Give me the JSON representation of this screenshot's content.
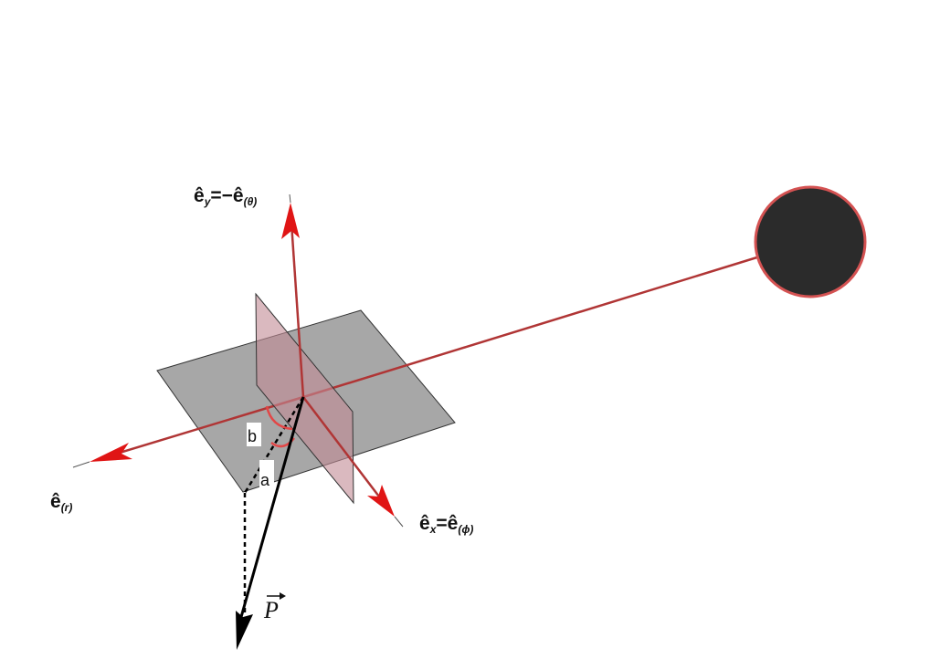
{
  "colors": {
    "axis_red": "#b03535",
    "arrow_red": "#e01515",
    "sphere_fill": "#2b2b2b",
    "sphere_stroke": "#d45252",
    "horizontal_plane": "#8a8a8a",
    "vertical_plane": "#c28b94",
    "angle_arc": "#e24747",
    "vector": "#000000"
  },
  "labels": {
    "ey": {
      "base": "ê",
      "sub": "y",
      "eq": "=−",
      "base2": "ê",
      "sub2": "(θ)"
    },
    "er": {
      "base": "ê",
      "sub": "(r)"
    },
    "ex": {
      "base": "ê",
      "sub": "x",
      "eq": "=",
      "base2": "ê",
      "sub2": "(ϕ)"
    },
    "angle_b": "b",
    "angle_a": "a",
    "vector_p": "P"
  }
}
